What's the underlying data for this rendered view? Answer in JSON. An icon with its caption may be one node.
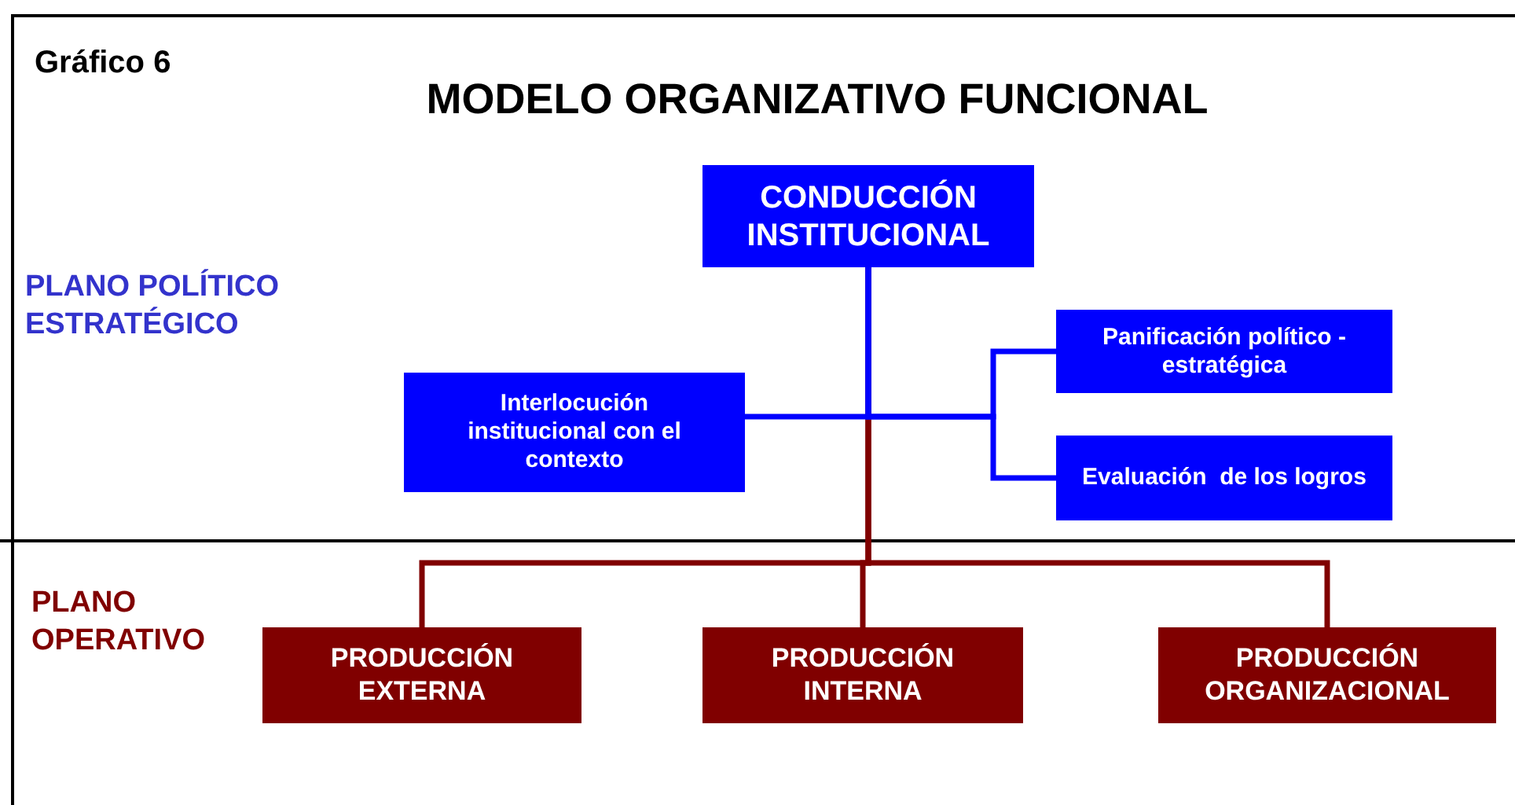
{
  "diagram": {
    "title": "MODELO ORGANIZATIVO FUNCIONAL",
    "nodes": [
      {
        "text": [
          "CONDUCCIÓN INSTITUCIONAL"
        ]
      },
      {
        "text": [
          "Interlocución institucional con el contexto"
        ]
      },
      {
        "text": [
          "Panificación político - estratégica"
        ]
      },
      {
        "text": [
          "Evaluación  de los logros"
        ]
      },
      {
        "text": [
          "PRODUCCIÓN EXTERNA"
        ]
      },
      {
        "text": [
          "PRODUCCIÓN INTERNA"
        ]
      },
      {
        "text": [
          "PRODUCCIÓN ORGANIZACIONAL"
        ]
      }
    ],
    "edges": [
      {
        "from": 0,
        "to": 4,
        "arrow": "none",
        "color": "#800000"
      },
      {
        "from": 0,
        "to": 5,
        "arrow": "none",
        "color": "#800000"
      },
      {
        "from": 0,
        "to": 6,
        "arrow": "none",
        "color": "#800000"
      },
      {
        "from": 0,
        "to": 1,
        "arrow": "none",
        "color": "#0000ff"
      },
      {
        "from": 0,
        "to": 2,
        "arrow": "none",
        "color": "#0000ff"
      },
      {
        "from": 0,
        "to": 3,
        "arrow": "none",
        "color": "#0000ff"
      }
    ],
    "labels": [
      "Gráfico 6",
      "PLANO POLÍTICO ESTRATÉGICO",
      "PLANO OPERATIVO"
    ]
  }
}
